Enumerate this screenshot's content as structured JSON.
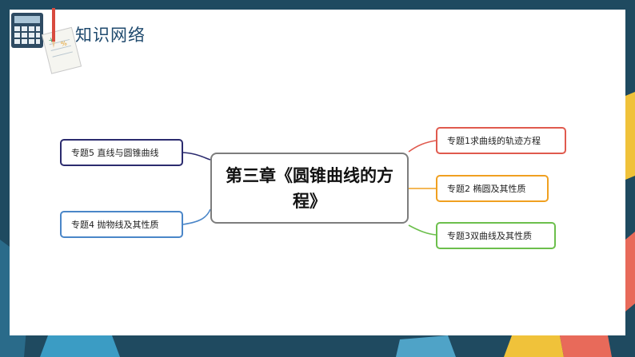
{
  "header": {
    "title": "知识网络"
  },
  "mindmap": {
    "center": "第三章《圆锥曲线的方程》",
    "left_nodes": [
      {
        "label": "专题5 直线与圆锥曲线",
        "color": "#2b2b6e"
      },
      {
        "label": "专题4 抛物线及其性质",
        "color": "#4a86c8"
      }
    ],
    "right_nodes": [
      {
        "label": "专题1求曲线的轨迹方程",
        "color": "#e05a4e"
      },
      {
        "label": "专题2 椭圆及其性质",
        "color": "#f0a020"
      },
      {
        "label": "专题3双曲线及其性质",
        "color": "#6cbf4c"
      }
    ]
  },
  "colors": {
    "background": "#1f4a60",
    "slide": "#ffffff",
    "title": "#1f4a6e"
  },
  "icons": [
    "calculator-icon",
    "notepad-icon",
    "pencil-icon"
  ]
}
